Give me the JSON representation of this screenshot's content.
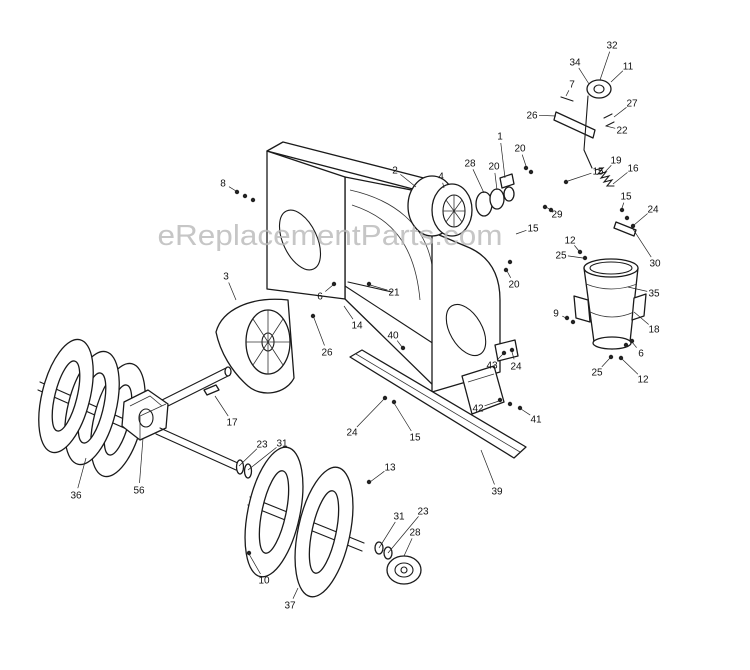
{
  "diagram": {
    "watermark": "eReplacementParts.com",
    "callouts": [
      "32",
      "34",
      "11",
      "7",
      "27",
      "26",
      "22",
      "1",
      "20",
      "19",
      "28",
      "20",
      "16",
      "15",
      "2",
      "4",
      "8",
      "15",
      "24",
      "29",
      "15",
      "12",
      "25",
      "30",
      "3",
      "20",
      "21",
      "35",
      "6",
      "9",
      "14",
      "18",
      "40",
      "26",
      "6",
      "43",
      "24",
      "25",
      "12",
      "42",
      "41",
      "17",
      "24",
      "15",
      "23",
      "31",
      "13",
      "39",
      "36",
      "56",
      "23",
      "31",
      "28",
      "10",
      "37"
    ]
  }
}
